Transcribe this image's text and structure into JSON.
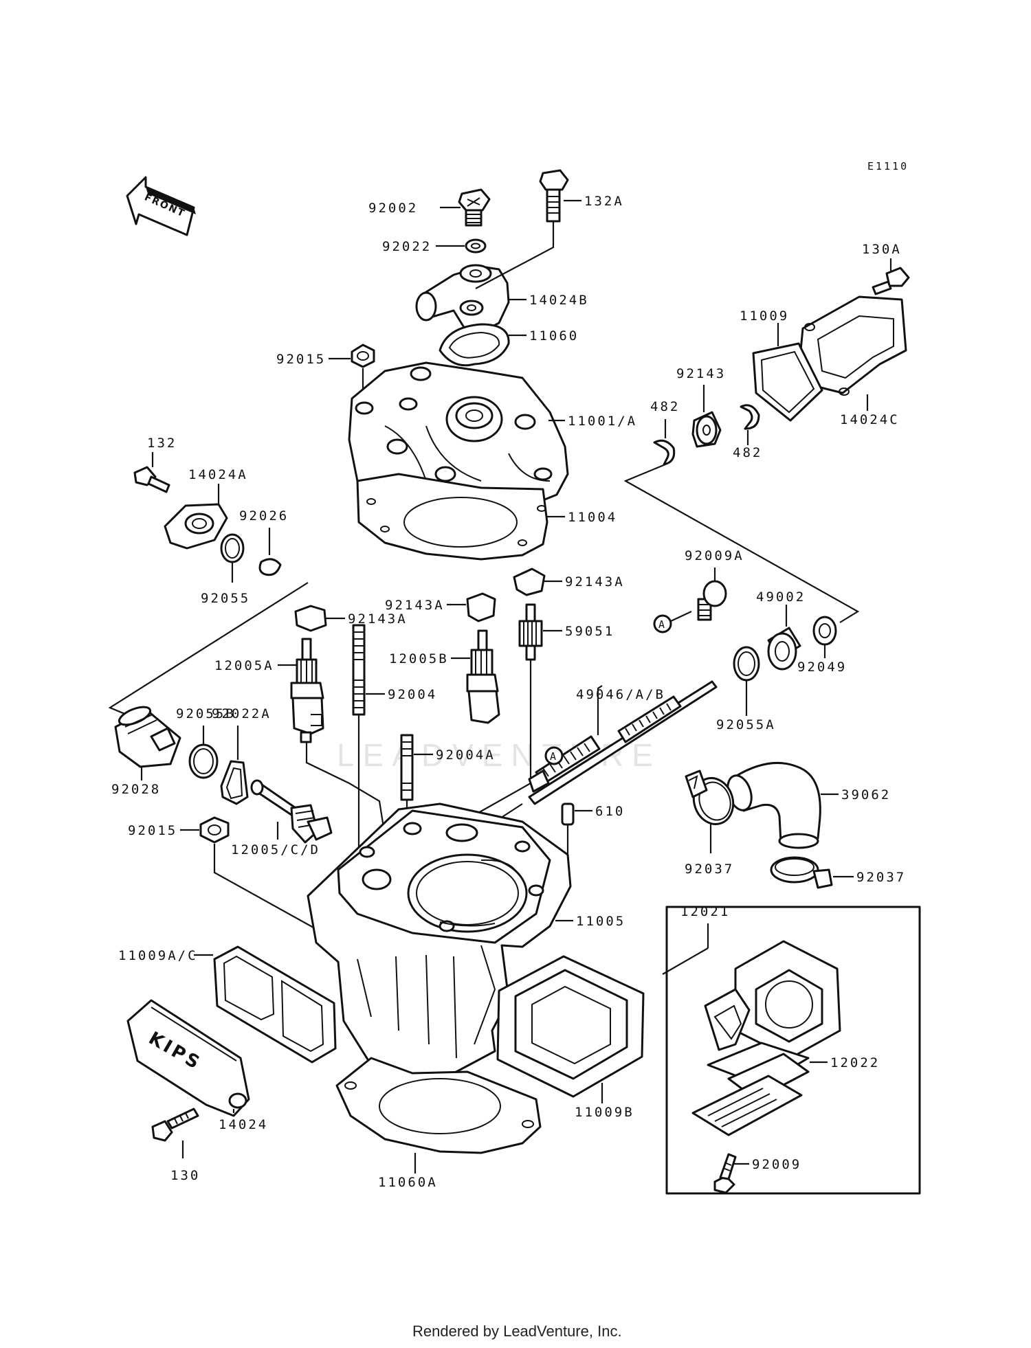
{
  "diagram_code": "E1110",
  "front_label": "FRONT",
  "watermark_text": "LEADVENTURE",
  "footer": "Rendered by LeadVenture, Inc.",
  "logo_text": "KIPS",
  "ref_marker": "A",
  "labels": {
    "l_92002": "92002",
    "l_132A": "132A",
    "l_92022": "92022",
    "l_14024B": "14024B",
    "l_11060": "11060",
    "l_92015_top": "92015",
    "l_11001A": "11001/A",
    "l_11004": "11004",
    "l_130A": "130A",
    "l_11009": "11009",
    "l_92143": "92143",
    "l_482_left": "482",
    "l_482_right": "482",
    "l_14024C": "14024C",
    "l_132": "132",
    "l_14024A": "14024A",
    "l_92026": "92026",
    "l_92055": "92055",
    "l_92143A_right": "92143A",
    "l_92143A_mid": "92143A",
    "l_92143A_left": "92143A",
    "l_59051": "59051",
    "l_12005A": "12005A",
    "l_12005B": "12005B",
    "l_92004": "92004",
    "l_92009A": "92009A",
    "l_49002": "49002",
    "l_92049": "92049",
    "l_49046": "49046/A/B",
    "l_92055A": "92055A",
    "l_92055B": "92055B",
    "l_92022A": "92022A",
    "l_92004A": "92004A",
    "l_92028": "92028",
    "l_610": "610",
    "l_39062": "39062",
    "l_92015_low": "92015",
    "l_12005CD": "12005/C/D",
    "l_92037_left": "92037",
    "l_92037_right": "92037",
    "l_11005": "11005",
    "l_12021": "12021",
    "l_11009AC": "11009A/C",
    "l_12022": "12022",
    "l_14024": "14024",
    "l_11009B": "11009B",
    "l_130": "130",
    "l_11060A": "11060A",
    "l_92009": "92009"
  }
}
